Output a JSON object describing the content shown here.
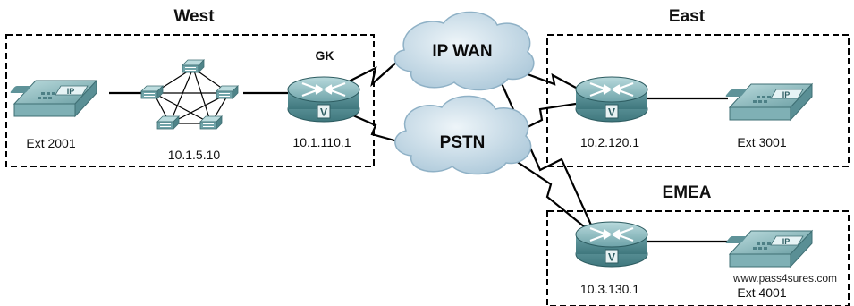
{
  "regions": {
    "west": "West",
    "east": "East",
    "emea": "EMEA"
  },
  "clouds": {
    "ip_wan": "IP WAN",
    "pstn": "PSTN"
  },
  "devices": {
    "phone_west": "Ext 2001",
    "call_manager_cluster": "10.1.5.10",
    "gatekeeper_tag": "GK",
    "router_west": "10.1.110.1",
    "router_east": "10.2.120.1",
    "phone_east": "Ext 3001",
    "router_emea": "10.3.130.1",
    "phone_emea": "Ext 4001"
  },
  "watermark": "www.pass4sures.com",
  "icons": {
    "router": "router-icon",
    "ip_phone": "ip-phone-icon",
    "switch": "switch-icon"
  },
  "colors": {
    "device_teal": "#7fb3b8",
    "device_teal_dark": "#4d8a90",
    "cloud": "#c3d7e3",
    "line": "#000000"
  }
}
